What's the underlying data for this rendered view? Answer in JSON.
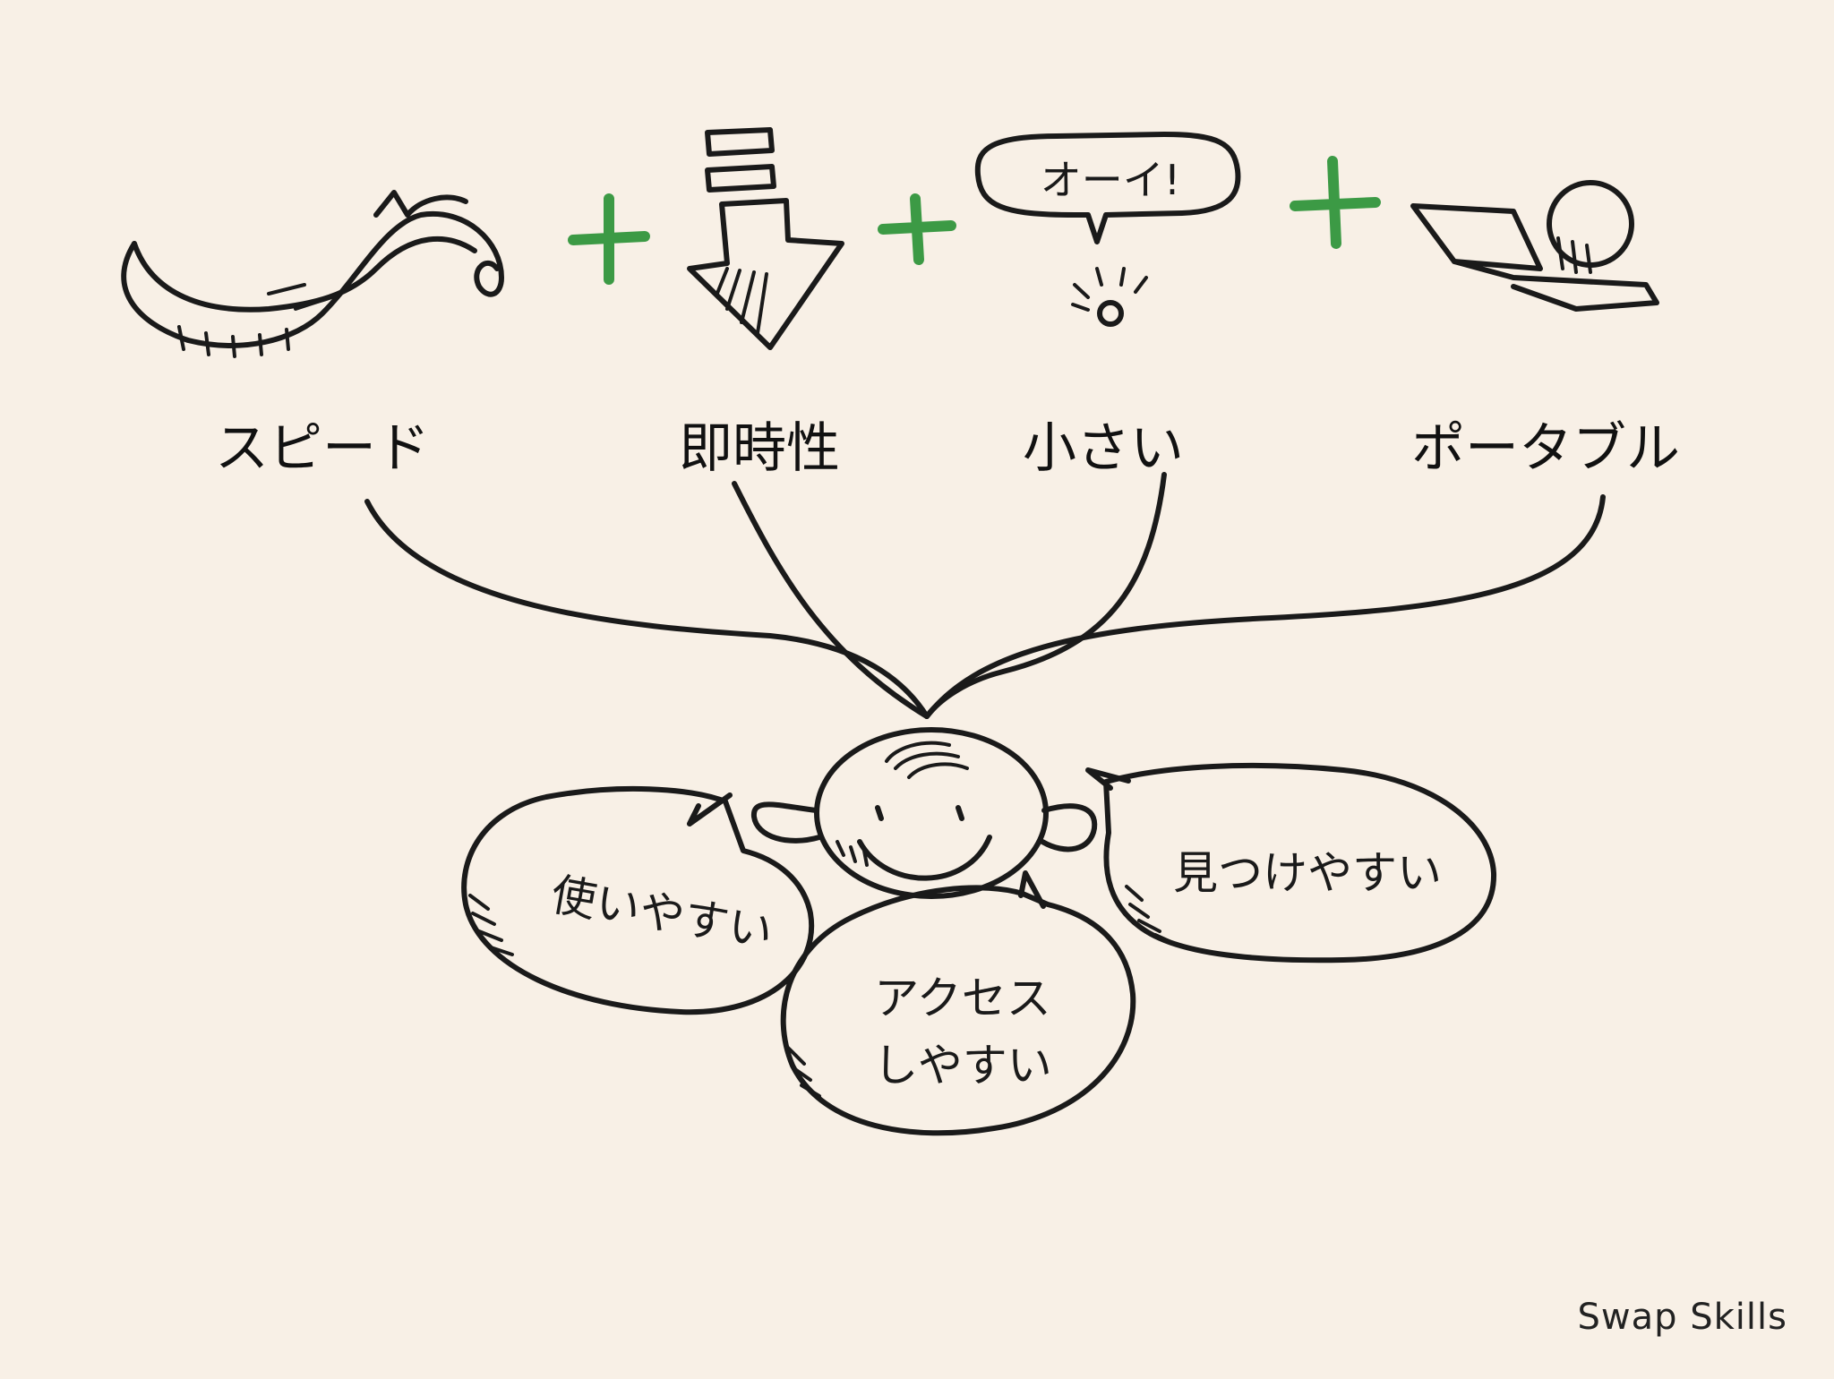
{
  "features": [
    {
      "label": "スピード",
      "icon": "squirrel-icon"
    },
    {
      "label": "即時性",
      "icon": "down-arrow-icon"
    },
    {
      "label": "小さい",
      "icon": "speech-bubble-icon"
    },
    {
      "label": "ポータブル",
      "icon": "laptop-icon"
    }
  ],
  "callout_text": "オーイ!",
  "benefits": {
    "left": "使いやすい",
    "center_line1": "アクセス",
    "center_line2": "しやすい",
    "right": "見つけやすい"
  },
  "brand": "Swap Skills",
  "colors": {
    "background": "#f8f0e6",
    "ink": "#1a1a1a",
    "plus_green": "#3c9a45"
  }
}
